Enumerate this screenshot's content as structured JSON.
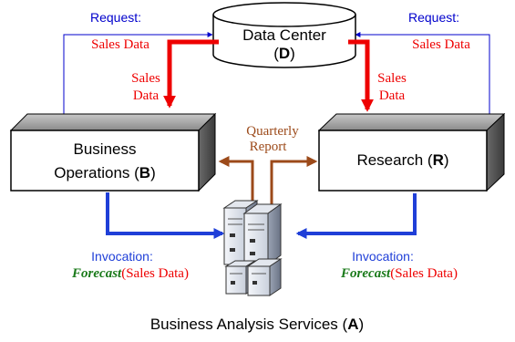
{
  "data_center": {
    "name": "Data Center",
    "abbr": "D"
  },
  "business_operations": {
    "line1": "Business",
    "line2_prefix": "Operations (",
    "abbr": "B",
    "line2_suffix": ")"
  },
  "research": {
    "prefix": "Research (",
    "abbr": "R",
    "suffix": ")"
  },
  "services": {
    "prefix": "Business Analysis Services (",
    "abbr": "A",
    "suffix": ")"
  },
  "left_request": {
    "label": "Request:",
    "data": "Sales Data"
  },
  "right_request": {
    "label": "Request:",
    "data": "Sales Data"
  },
  "left_flow": {
    "line1": "Sales",
    "line2": "Data"
  },
  "right_flow": {
    "line1": "Sales",
    "line2": "Data"
  },
  "report": {
    "line1": "Quarterly",
    "line2": "Report"
  },
  "left_invocation": {
    "label": "Invocation:",
    "call": "Forecast",
    "args": "(Sales Data)"
  },
  "right_invocation": {
    "label": "Invocation:",
    "call": "Forecast",
    "args": "(Sales Data)"
  },
  "colors": {
    "request_blue": "#0000cc",
    "data_red": "#ee0000",
    "report_brown": "#9c4a1a",
    "forecast_green": "#1a7a1a",
    "invocation_blue": "#1f3fd8"
  }
}
